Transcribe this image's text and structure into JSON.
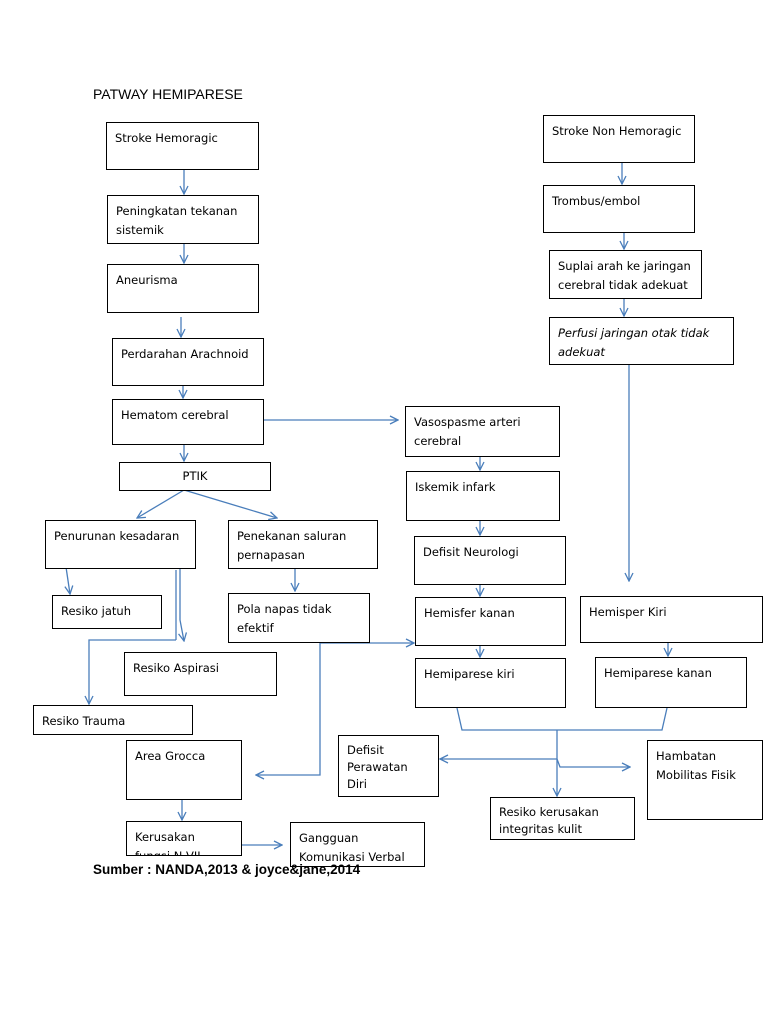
{
  "title": "PATWAY HEMIPARESE",
  "source": "Sumber : NANDA,2013 & joyce&jane,2014",
  "line_color": "#4a7ebb",
  "nodes": {
    "stroke_hemoragic": "Stroke Hemoragic",
    "peningkatan_tekanan": "Peningkatan tekanan sistemik",
    "aneurisma": "Aneurisma",
    "perdarahan_arachnoid": "Perdarahan Arachnoid",
    "hematom_cerebral": "Hematom cerebral",
    "ptik": "PTIK",
    "penurunan_kesadaran": "Penurunan kesadaran",
    "penekanan_saluran": "Penekanan saluran pernapasan",
    "resiko_jatuh": "Resiko jatuh",
    "pola_napas": "Pola napas tidak efektif",
    "resiko_aspirasi": "Resiko Aspirasi",
    "resiko_trauma": "Resiko Trauma",
    "area_grocca": "Area Grocca",
    "kerusakan_fungsi": "Kerusakan fungsi N VII",
    "gangguan_komunikasi": "Gangguan Komunikasi Verbal",
    "stroke_non_hemoragic": "Stroke Non Hemoragic",
    "trombus_embol": "Trombus/embol",
    "suplai_arah": "Suplai arah ke jaringan cerebral tidak adekuat",
    "perfusi_jaringan": "Perfusi jaringan otak tidak adekuat",
    "vasospasme": "Vasospasme arteri cerebral",
    "iskemik_infark": "Iskemik infark",
    "defisit_neurologi": "Defisit Neurologi",
    "hemisfer_kanan": "Hemisfer kanan",
    "hemisper_kiri": "Hemisper Kiri",
    "hemiparese_kiri": "Hemiparese kiri",
    "hemiparese_kanan": "Hemiparese kanan",
    "defisit_perawatan": "Defisit Perawatan Diri",
    "hambatan_mobilitas": "Hambatan Mobilitas Fisik",
    "resiko_kerusakan": "Resiko kerusakan integritas kulit"
  }
}
